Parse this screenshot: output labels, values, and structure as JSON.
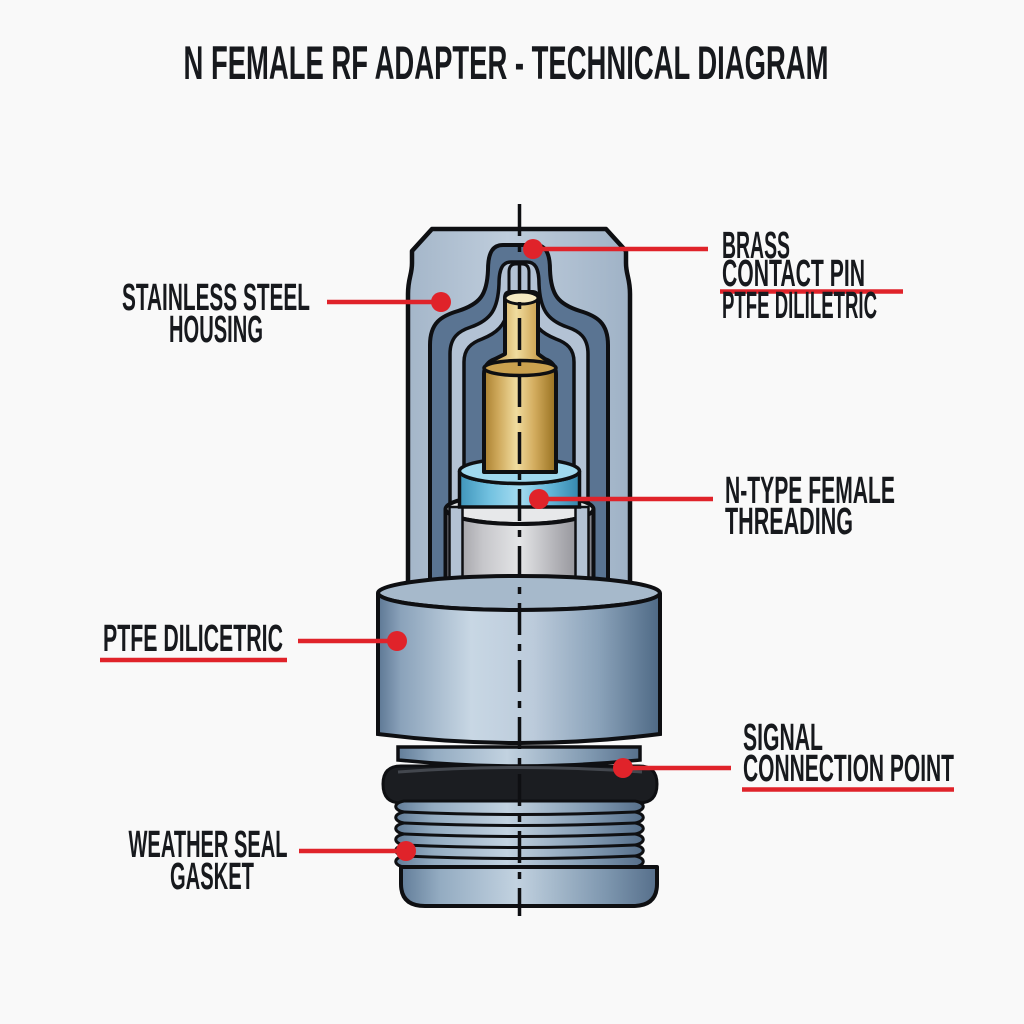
{
  "title": "N FEMALE RF ADAPTER - TECHNICAL DIAGRAM",
  "labels": {
    "stainless_steel_housing": {
      "line1": "STAINLESS STEEL",
      "line2": "HOUSING"
    },
    "brass_contact_pin": {
      "line1": "BRASS",
      "line2": "CONTACT PIN",
      "line3": "PTFE DILILETRIC"
    },
    "n_type_female_threading": {
      "line1": "N-TYPE FEMALE",
      "line2": "THREADING"
    },
    "ptfe_dilicetric": {
      "line1": "PTFE DILICETRIC"
    },
    "signal_connection_point": {
      "line1": "SIGNAL",
      "line2": "CONNECTION POINT"
    },
    "weather_seal_gasket": {
      "line1": "WEATHER SEAL",
      "line2": "GASKET"
    }
  },
  "colors": {
    "background": "#f9f9f9",
    "text": "#17191d",
    "leader_red": "#e0232a",
    "outline": "#0e0f12",
    "housing_light": "#b5c4d6",
    "cavity_dark": "#5a7492",
    "brass": "#e9cf8d",
    "ptfe_cyan": "#7cc7e6",
    "dielectric_gray": "#d2d3d6",
    "steel_body": "#b7c8d8",
    "gasket_black": "#1b1d21"
  }
}
